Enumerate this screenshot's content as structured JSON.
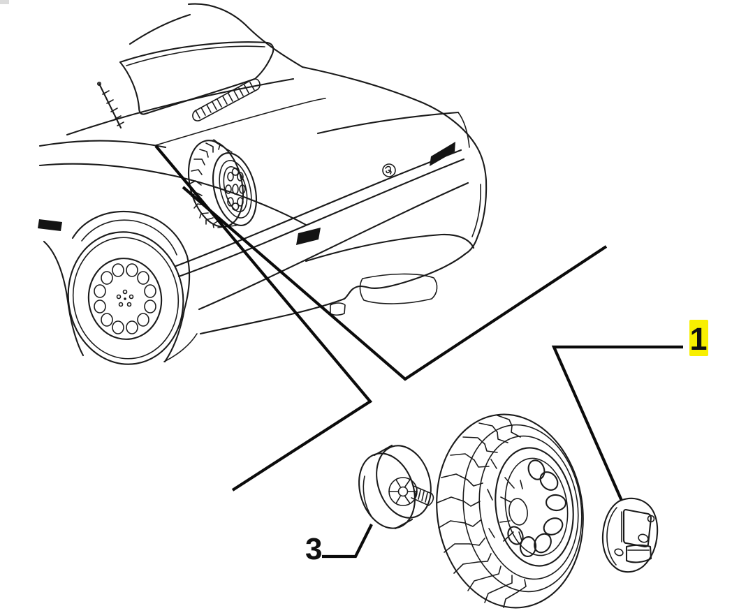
{
  "page": {
    "background_color": "#ffffff"
  },
  "drawing": {
    "ink_color": "#1a1a1a",
    "leader_color": "#0b0b0b",
    "highlight_color": "#f8ef00",
    "subject": "car rear three-quarter line drawing with exploded spare wheel parts"
  },
  "callouts": {
    "one": {
      "label": "1",
      "highlighted": true
    },
    "three": {
      "label": "3",
      "highlighted": false
    }
  }
}
